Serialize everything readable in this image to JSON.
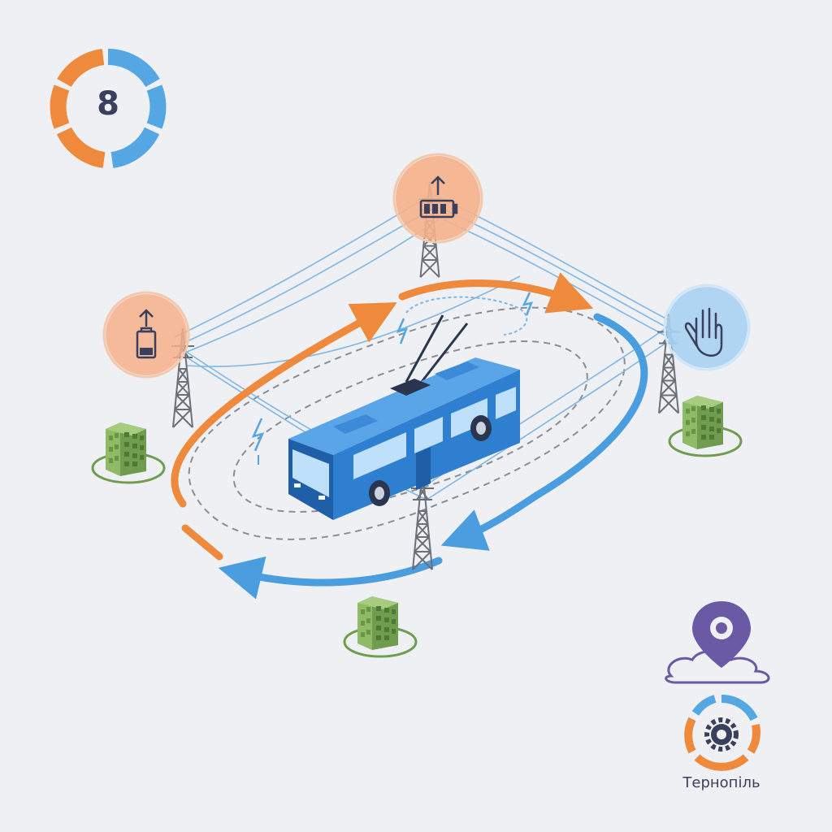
{
  "badge": {
    "number": "8",
    "ring_colors": [
      "#ef8a3c",
      "#55a7e3"
    ]
  },
  "location": {
    "city": "Тернопіль",
    "pin_color": "#6a5aa6",
    "cloud_color": "#6a5aa6"
  },
  "icons": {
    "node_left": "battery-charging-icon",
    "node_top": "battery-charging-icon",
    "node_right": "hand-stop-icon",
    "vehicle": "trolleybus",
    "bottom_right": "gear-icon"
  },
  "colors": {
    "background": "#eef0f3",
    "orange": "#ef8a3c",
    "blue": "#4a9ee0",
    "bus_blue": "#2f7fd0",
    "bus_dark": "#1f5fa8",
    "building_green": "#6f9c4f",
    "tower_gray": "#6b6f78",
    "wire": "#7fb6e6",
    "text_dark": "#3a3f5c"
  }
}
